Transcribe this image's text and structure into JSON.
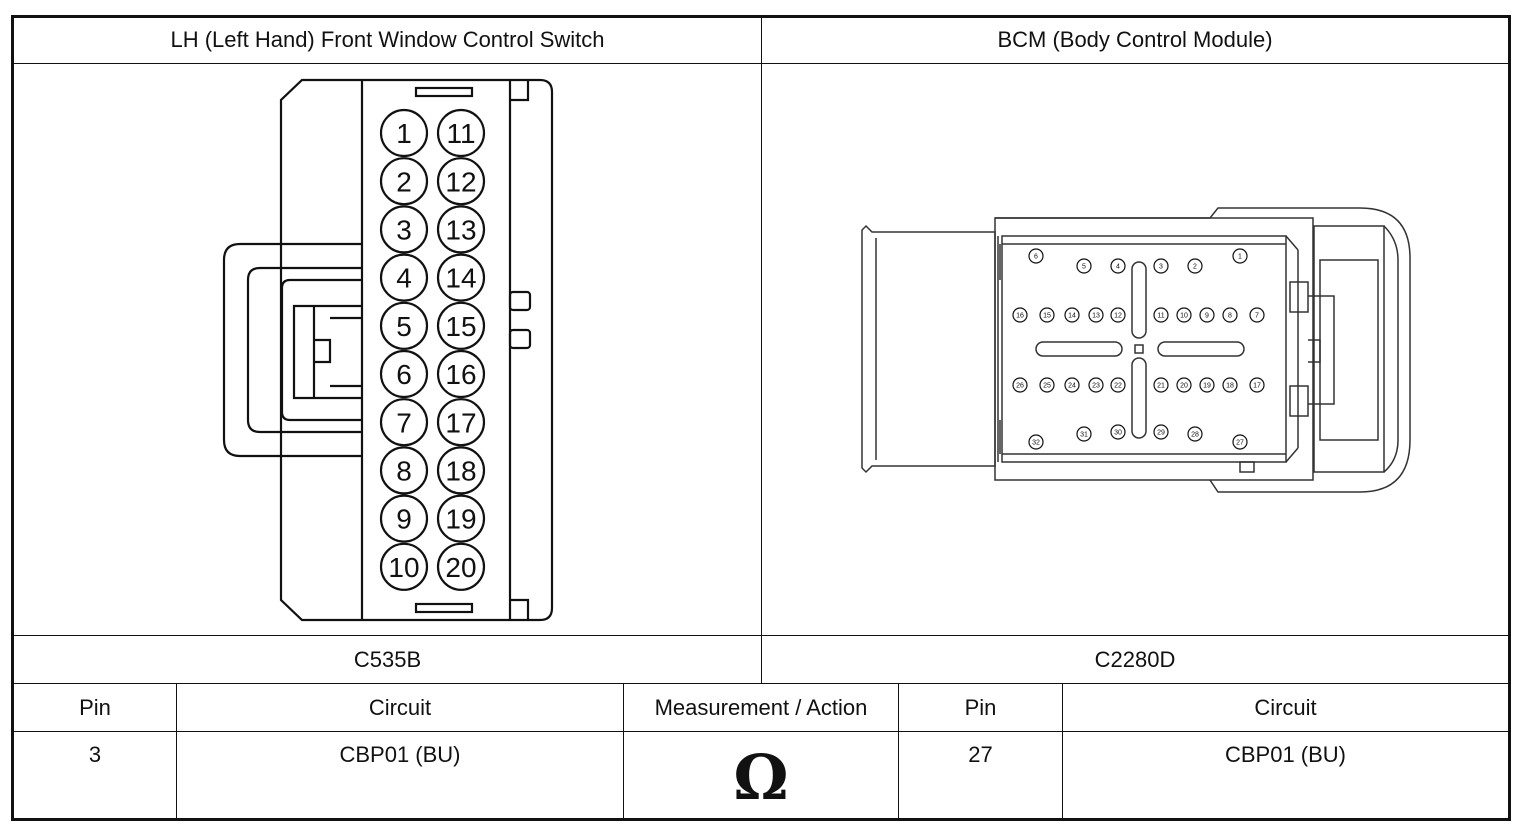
{
  "headers": {
    "left": "LH (Left Hand) Front Window Control Switch",
    "right": "BCM (Body Control Module)"
  },
  "connectors": {
    "left_id": "C535B",
    "right_id": "C2280D",
    "left_pins_col1": [
      "1",
      "2",
      "3",
      "4",
      "5",
      "6",
      "7",
      "8",
      "9",
      "10"
    ],
    "left_pins_col2": [
      "11",
      "12",
      "13",
      "14",
      "15",
      "16",
      "17",
      "18",
      "19",
      "20"
    ],
    "right_pin_rows": [
      [
        "6",
        "5",
        "4",
        "3",
        "2",
        "1"
      ],
      [
        "16",
        "15",
        "14",
        "13",
        "12",
        "11",
        "10",
        "9",
        "8",
        "7"
      ],
      [
        "26",
        "25",
        "24",
        "23",
        "22",
        "21",
        "20",
        "19",
        "18",
        "17"
      ],
      [
        "32",
        "31",
        "30",
        "29",
        "28",
        "27"
      ]
    ]
  },
  "table": {
    "columns": [
      "Pin",
      "Circuit",
      "Measurement / Action",
      "Pin",
      "Circuit"
    ],
    "row": {
      "pin_a": "3",
      "circuit_a": "CBP01 (BU)",
      "action_symbol": "Ω",
      "pin_b": "27",
      "circuit_b": "CBP01 (BU)"
    }
  }
}
